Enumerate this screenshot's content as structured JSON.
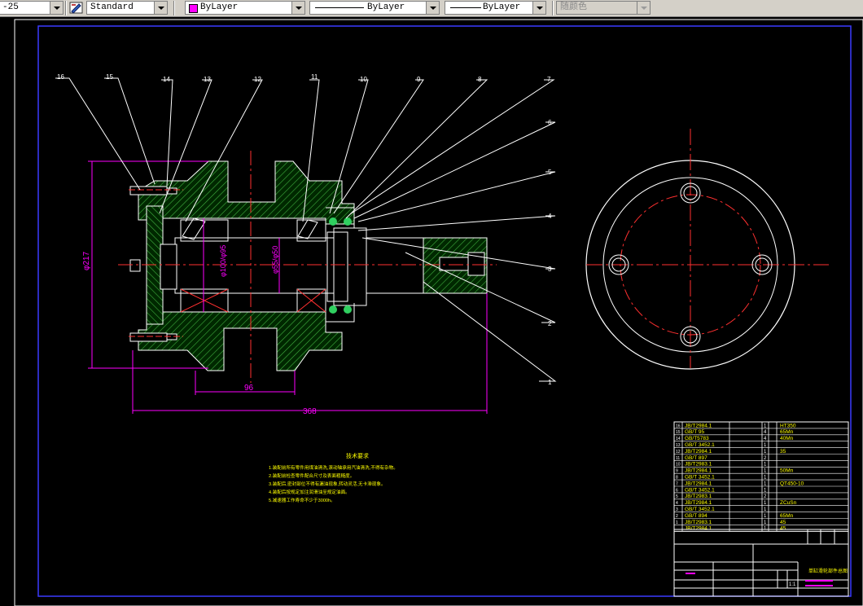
{
  "toolbar": {
    "dimstyle_value": "-25",
    "textstyle_value": "Standard",
    "color_value": "ByLayer",
    "linetype_value": "ByLayer",
    "lineweight_value": "ByLayer",
    "plotstyle_value": "随颜色",
    "color_swatch": "#ff00ff"
  },
  "drawing": {
    "leaders": [
      "16",
      "15",
      "14",
      "13",
      "12",
      "11",
      "10",
      "9",
      "8",
      "7",
      "6",
      "5",
      "4",
      "3",
      "2",
      "1"
    ],
    "dims": {
      "d217": "φ217",
      "d100": "φ100/φ95",
      "d55": "φ55/φ50",
      "len96": "96",
      "len368": "368"
    },
    "notes": {
      "title": "技术要求",
      "lines": [
        "1.装配前所有零件用煤油清洗,滚动轴承用汽油清洗,不得有杂物。",
        "2.装配前检查零件配合尺寸及表面粗糙度。",
        "3.装配后,密封部位不得有漏油现象,转动灵活,无卡滞现象。",
        "4.装配后按规定加注润滑油至规定油面。",
        "5.减速器工作寿命不少于3000h。"
      ]
    },
    "bom": [
      [
        "16",
        "JB/T2984.1",
        "",
        "1",
        "HT350"
      ],
      [
        "15",
        "GB/T 95",
        "",
        "4",
        "65Mn"
      ],
      [
        "14",
        "GB/T5783",
        "",
        "4",
        "40Mn"
      ],
      [
        "13",
        "GB/T 3452.1",
        "",
        "1",
        ""
      ],
      [
        "12",
        "JB/T2984.1",
        "",
        "1",
        "35"
      ],
      [
        "11",
        "GB/T 897",
        "",
        "2",
        ""
      ],
      [
        "10",
        "JB/T2983.1",
        "",
        "1",
        ""
      ],
      [
        "9",
        "JB/T2984.1",
        "",
        "1",
        "50Mn"
      ],
      [
        "8",
        "GB/T 3452.1",
        "",
        "1",
        ""
      ],
      [
        "7",
        "JB/T2984.1",
        "",
        "1",
        "QT450-10"
      ],
      [
        "6",
        "GB/T 3452.1",
        "",
        "1",
        ""
      ],
      [
        "5",
        "JB/T2983.1",
        "",
        "2",
        ""
      ],
      [
        "4",
        "JB/T2984.1",
        "",
        "1",
        "ZCuSn"
      ],
      [
        "3",
        "GB/T 3452.1",
        "",
        "1",
        ""
      ],
      [
        "2",
        "GB/T 894",
        "",
        "1",
        "65Mn"
      ],
      [
        "1",
        "JB/T2983.1",
        "",
        "1",
        "45"
      ],
      [
        "",
        "JB/T2984.1",
        "",
        "1",
        "45"
      ]
    ],
    "titleblock": {
      "name": "单缸滑轮部件总图",
      "scale": "1:1"
    }
  }
}
